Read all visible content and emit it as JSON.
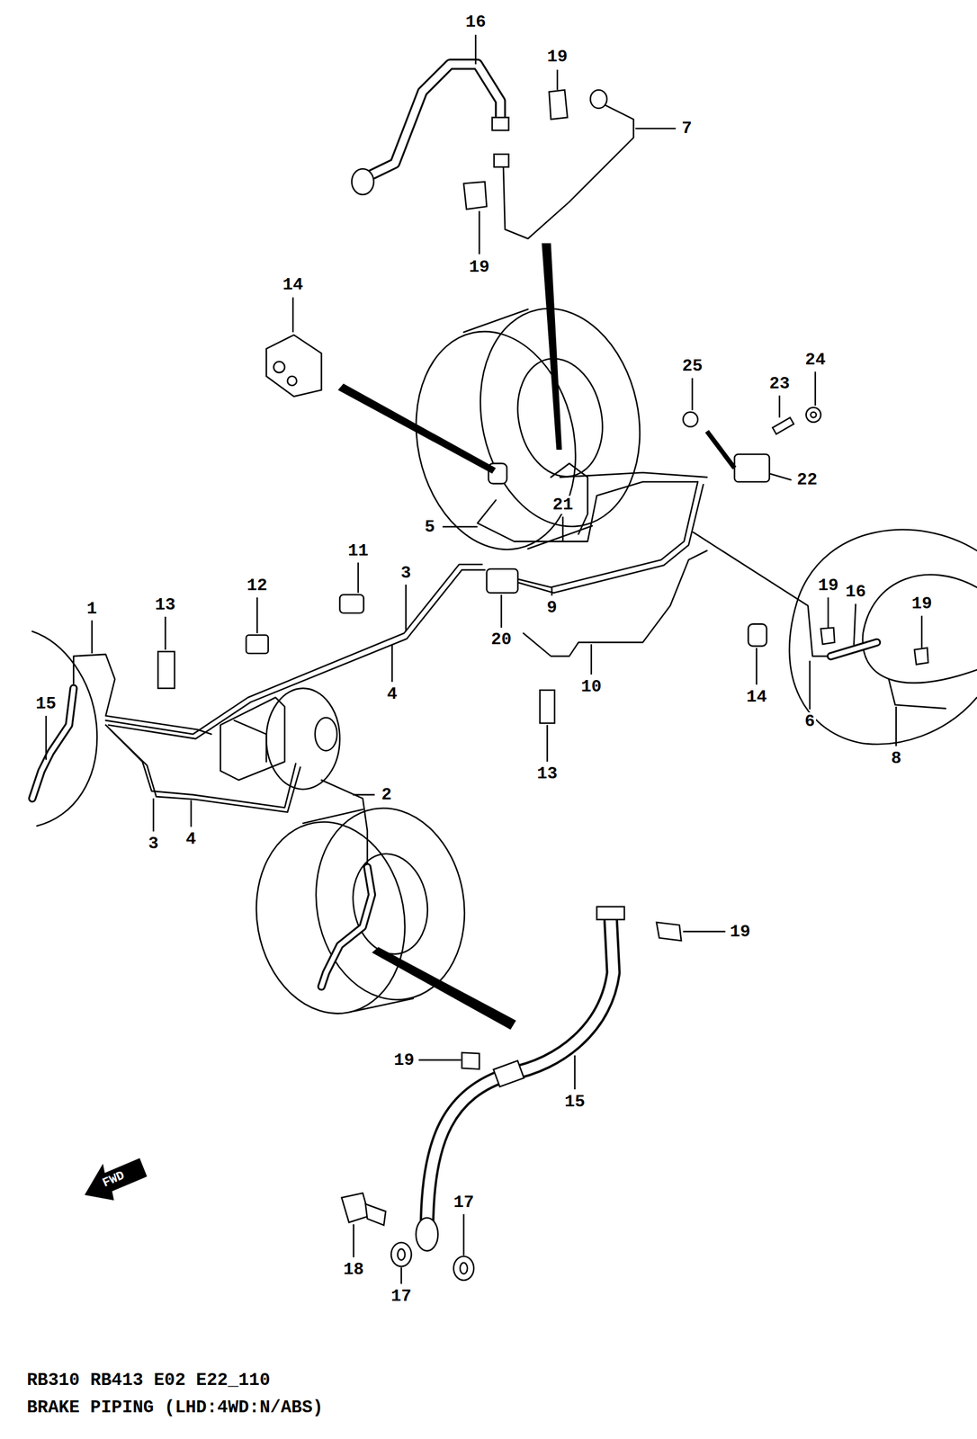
{
  "diagram": {
    "caption": "BRAKE PIPING (LHD:4WD:N/ABS)",
    "labels": [
      "16",
      "19",
      "7",
      "19",
      "14",
      "24",
      "25",
      "23",
      "22",
      "21",
      "5",
      "11",
      "3",
      "12",
      "19",
      "16",
      "13",
      "1",
      "19",
      "9",
      "20",
      "10",
      "4",
      "14",
      "15",
      "6",
      "8",
      "13",
      "2",
      "4",
      "3",
      "19",
      "19",
      "15",
      "17",
      "18",
      "17",
      "FWD",
      "RB310 RB413 E02 E22_110"
    ]
  }
}
